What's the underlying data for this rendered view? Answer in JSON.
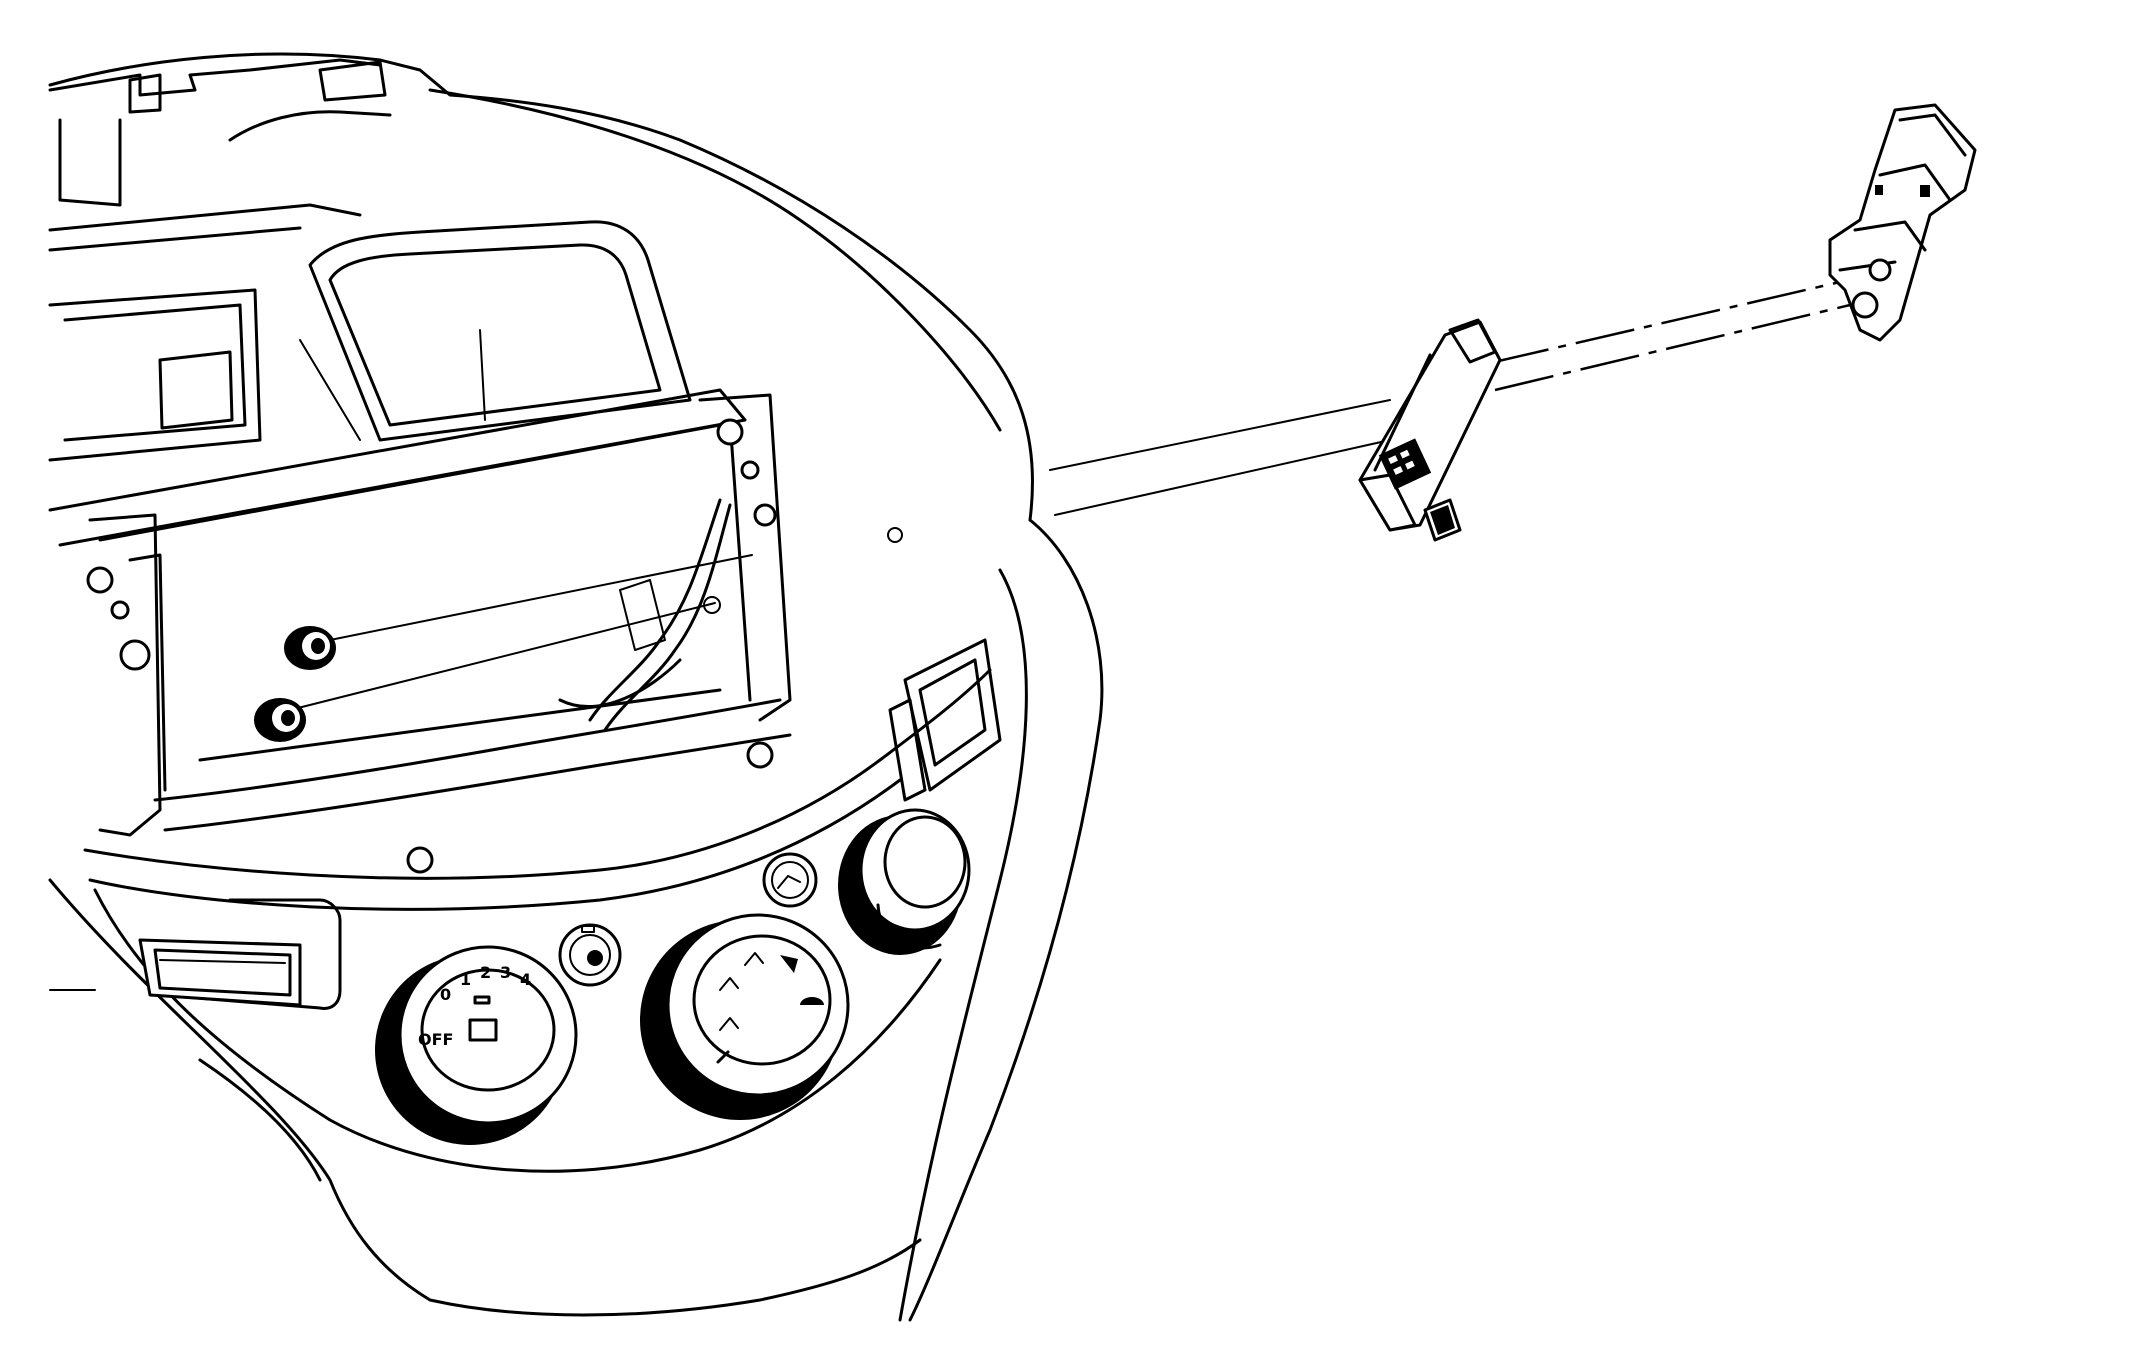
{
  "figure": {
    "dial_marks": [
      "0",
      "1",
      "2",
      "3",
      "4"
    ],
    "dial_label_left": "OFF"
  },
  "colors": {
    "line": "#000000",
    "background": "#ffffff"
  }
}
